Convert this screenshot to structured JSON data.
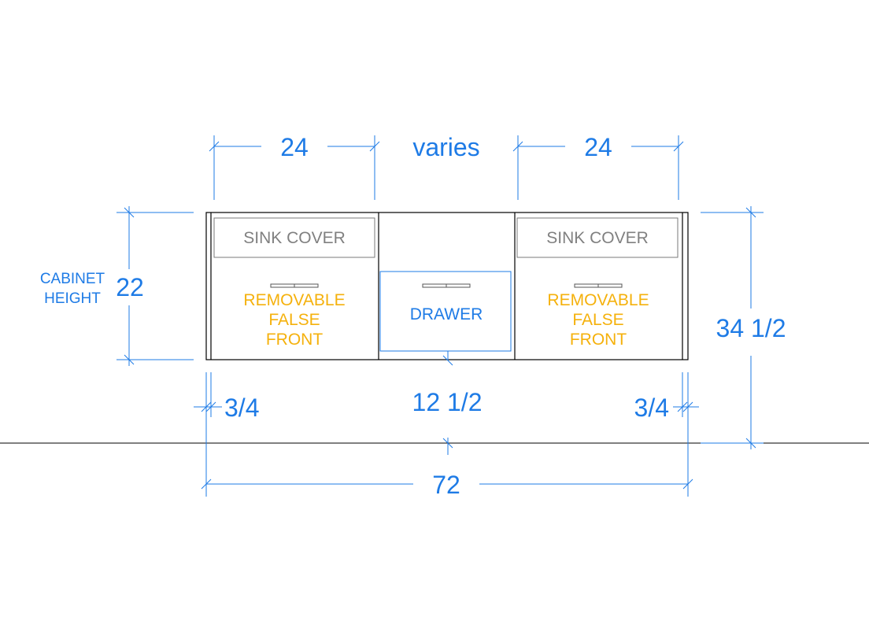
{
  "dimensions": {
    "left_width": "24",
    "middle_width": "varies",
    "right_width": "24",
    "cabinet_height": "22",
    "cabinet_height_label_line1": "CABINET",
    "cabinet_height_label_line2": "HEIGHT",
    "total_height": "34 1/2",
    "left_side": "3/4",
    "right_side": "3/4",
    "center_gap": "12 1/2",
    "total_width": "72"
  },
  "panels": {
    "left_sink_cover": "SINK COVER",
    "right_sink_cover": "SINK COVER",
    "left_front_line1": "REMOVABLE",
    "left_front_line2": "FALSE",
    "left_front_line3": "FRONT",
    "right_front_line1": "REMOVABLE",
    "right_front_line2": "FALSE",
    "right_front_line3": "FRONT",
    "drawer": "DRAWER"
  },
  "colors": {
    "dimension": "#1e7be6",
    "outline": "#000000",
    "label_grey": "#808080",
    "label_orange": "#f5b10c"
  }
}
